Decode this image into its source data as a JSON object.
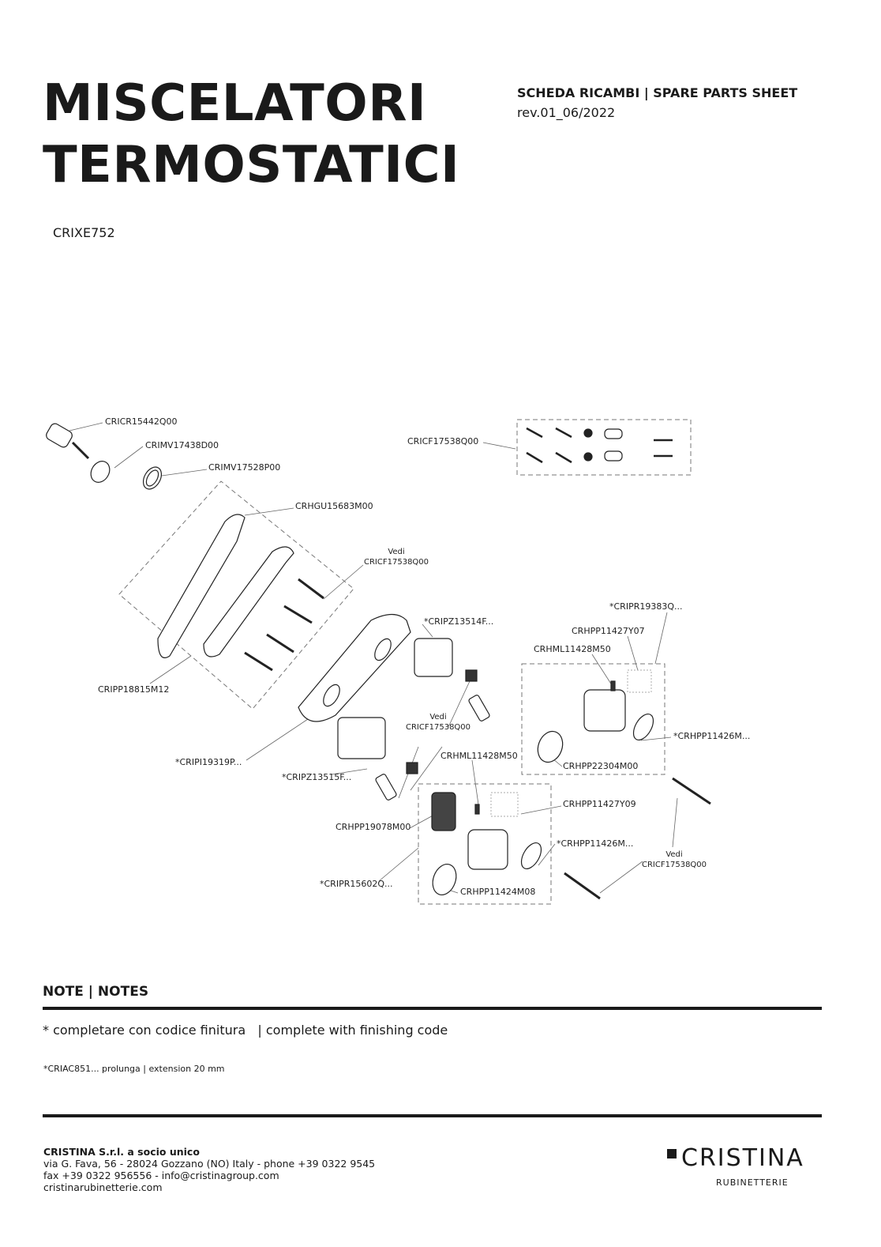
{
  "header": {
    "title_line1": "MISCELATORI",
    "title_line2": "TERMOSTATICI",
    "sheet_label": "SCHEDA RICAMBI | SPARE PARTS SHEET",
    "revision": "rev.01_06/2022",
    "model_code": "CRIXE752"
  },
  "diagram": {
    "labels": [
      "CRICR15442Q00",
      "CRIMV17438D00",
      "CRIMV17528P00",
      "CRHGU15683M00",
      "CRICF17538Q00",
      "CRIPP18815M12",
      "*CRIPZ13514F...",
      "*CRIPR19383Q...",
      "CRHPP11427Y07",
      "CRHML11428M50",
      "*CRHPP11426M...",
      "*CRIPI19319P...",
      "CRHPP22304M00",
      "CRHML11428M50",
      "*CRIPZ13515F...",
      "CRHPP11427Y09",
      "CRHPP19078M00",
      "*CRHPP11426M...",
      "*CRIPR15602Q...",
      "CRHPP11424M08"
    ],
    "see_refs": [
      {
        "line1": "Vedi",
        "line2": "CRICF17538Q00"
      },
      {
        "line1": "Vedi",
        "line2": "CRICF17538Q00"
      },
      {
        "line1": "Vedi",
        "line2": "CRICF17538Q00"
      }
    ]
  },
  "notes": {
    "heading": "NOTE | NOTES",
    "finish_note": "* completare con codice finitura   | complete with finishing code",
    "extension_note": "*CRIAC851... prolunga | extension 20 mm"
  },
  "footer": {
    "company": "CRISTINA S.r.l. a socio unico",
    "address": "via G. Fava, 56 - 28024 Gozzano (NO) Italy - phone +39 0322 9545",
    "fax_email": "fax +39 0322 956556 - info@cristinagroup.com",
    "website": "cristinarubinetterie.com",
    "logo_name": "CRISTINA",
    "logo_sub": "RUBINETTERIE"
  }
}
